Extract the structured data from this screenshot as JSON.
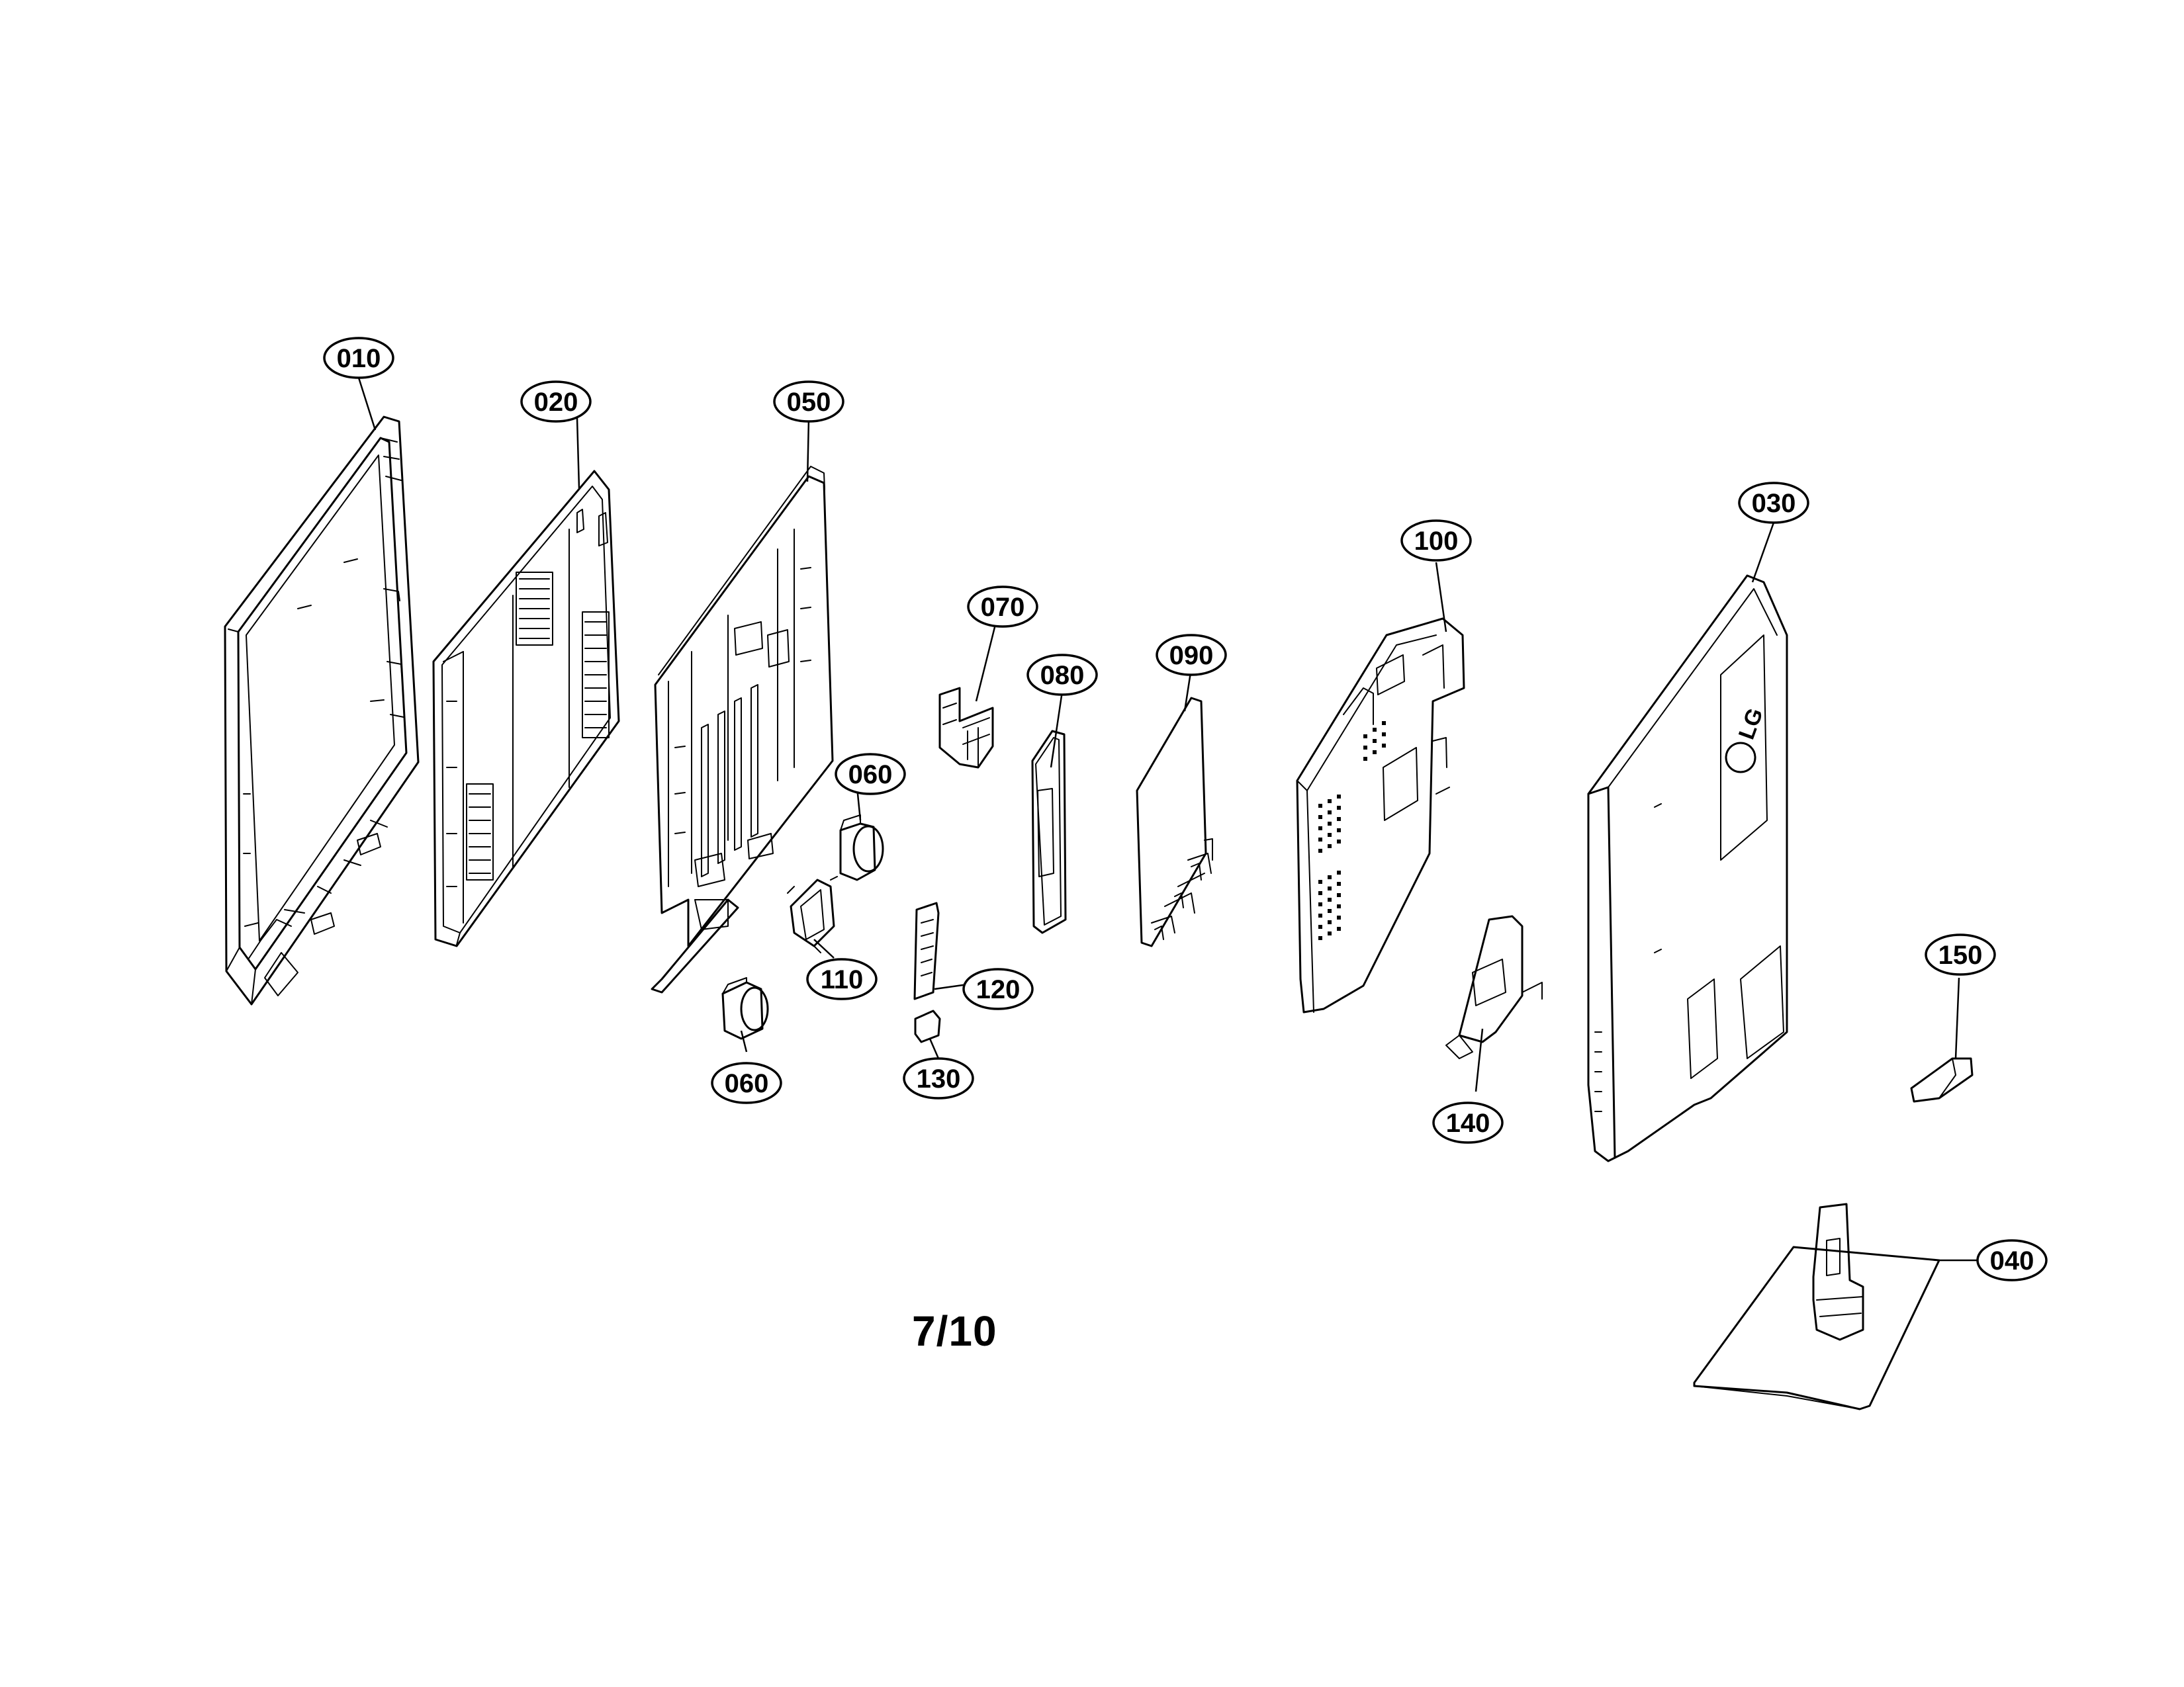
{
  "diagram": {
    "callouts": [
      "010",
      "020",
      "050",
      "060",
      "070",
      "080",
      "090",
      "100",
      "030",
      "110",
      "120",
      "130",
      "060",
      "140",
      "150",
      "040"
    ],
    "page_number": "7/10",
    "logo_text": "LG"
  }
}
